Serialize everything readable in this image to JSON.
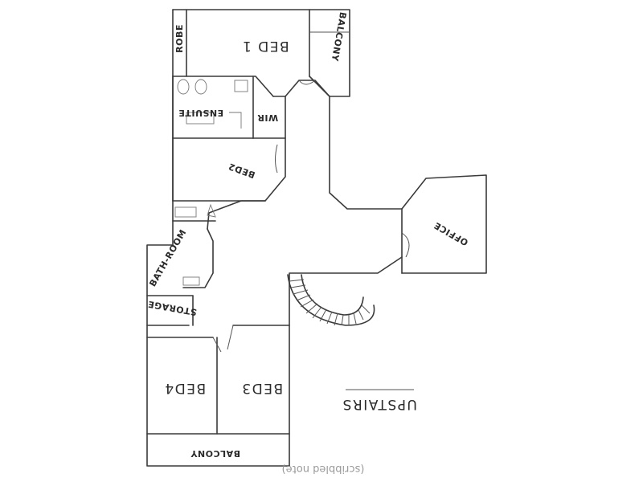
{
  "rooms": {
    "bed1": "BED 1",
    "balcony_top": "BALCONY",
    "robe": "ROBE",
    "ensuite": "ENSUITE",
    "wir": "WIR",
    "bed2": "BED2",
    "office": "OFFICE",
    "bathroom": "BATH-ROOM",
    "storage": "STORAGE",
    "bed3": "BED3",
    "bed4": "BED4",
    "balcony_bottom": "BALCONY"
  },
  "level": "UPSTAIRS",
  "footer_note": "(scribbled note)"
}
